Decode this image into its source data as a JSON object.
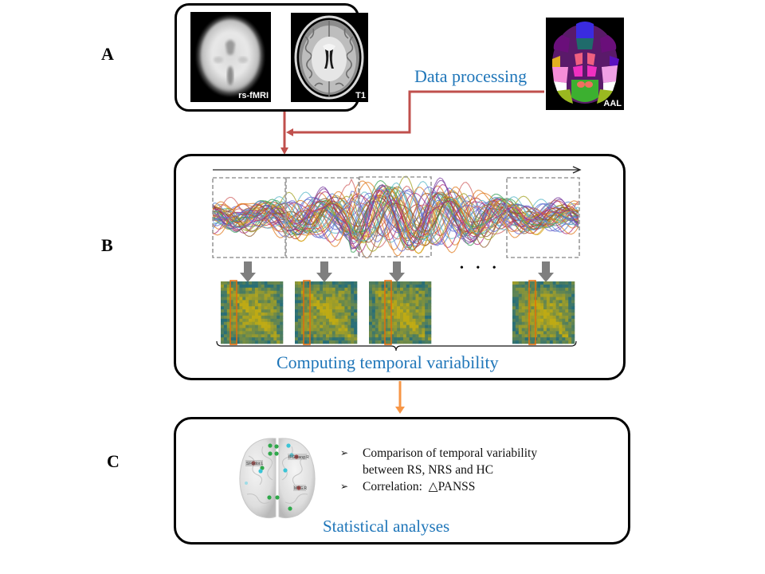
{
  "figure": {
    "panels": [
      {
        "id": "A",
        "label": "A"
      },
      {
        "id": "B",
        "label": "B"
      },
      {
        "id": "C",
        "label": "C"
      }
    ],
    "panel_a": {
      "images": [
        {
          "name": "rs-fmri-scan",
          "tag": "rs-fMRI"
        },
        {
          "name": "t1-scan",
          "tag": "T1"
        }
      ],
      "atlas": {
        "tag": "AAL"
      },
      "connector_label": "Data processing"
    },
    "panel_b": {
      "caption": "Computing temporal variability",
      "ellipsis": "• • •",
      "window_count_shown": 4,
      "matrix_count_shown": 4
    },
    "panel_c": {
      "bullets": [
        {
          "lines": [
            "Comparison of temporal variability",
            "between RS, NRS and HC"
          ]
        },
        {
          "lines": [
            "Correlation:  △PANSS"
          ]
        }
      ],
      "bullet_glyph": "➢",
      "caption": "Statistical analyses",
      "brain_labels": [
        "SFGdor.L",
        "IFGtriang.R",
        "MTG.R"
      ]
    },
    "colors": {
      "caption_blue": "#1f76b9",
      "connector_red": "#c0504d",
      "flow_orange": "#f79646",
      "window_gray": "#9a9a9a",
      "arrow_gray": "#7f7f7f",
      "highlight_orange": "#e46c0a"
    }
  }
}
